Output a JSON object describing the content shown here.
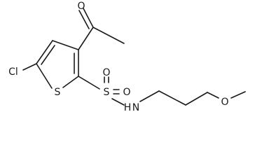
{
  "structure": {
    "atoms": {
      "chlorine": "Cl",
      "ring_sulfur": "S",
      "sulfonyl_sulfur": "S",
      "sulfonyl_oxygen_top": "O",
      "sulfonyl_oxygen_right": "O",
      "amide_hydrogen": "H",
      "amide_nitrogen": "N",
      "acetyl_oxygen": "O",
      "ether_oxygen": "O"
    }
  }
}
